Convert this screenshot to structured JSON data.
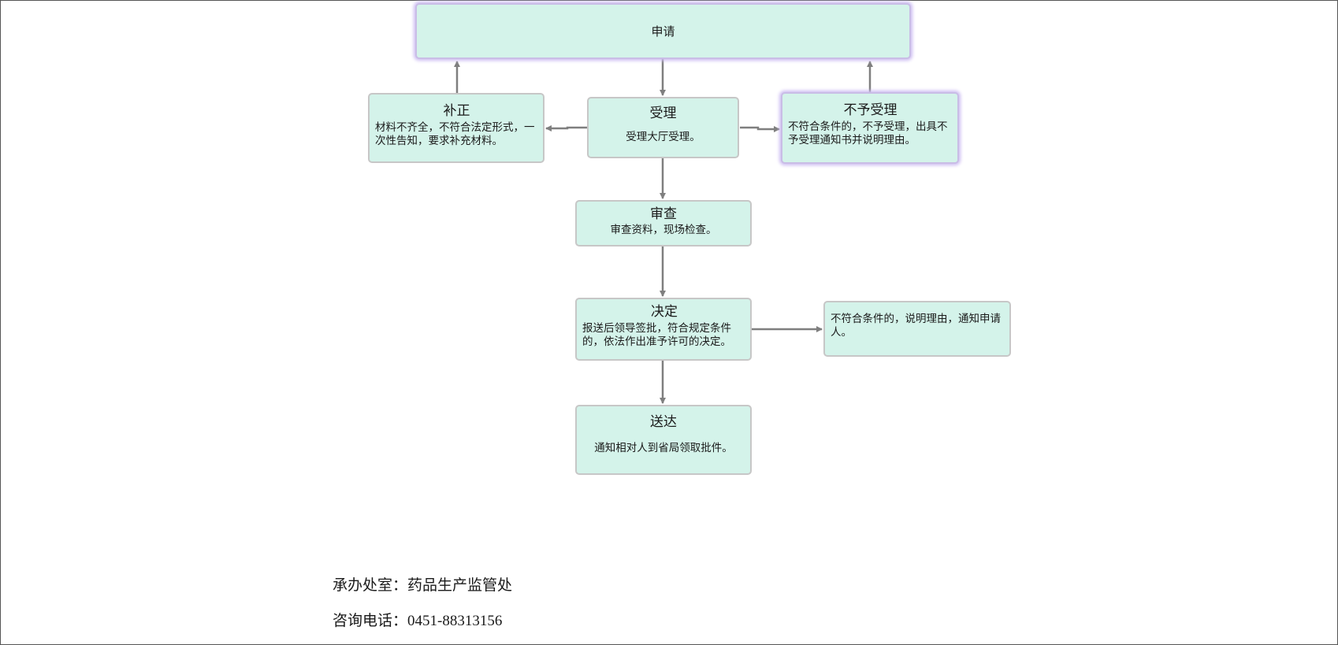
{
  "nodes": {
    "apply": {
      "title": "申请"
    },
    "supplement": {
      "title": "补正",
      "desc": "材料不齐全，不符合法定形式，一次性告知，要求补充材料。"
    },
    "accept": {
      "title": "受理",
      "desc": "受理大厅受理。"
    },
    "reject": {
      "title": "不予受理",
      "desc": "不符合条件的，不予受理，出具不予受理通知书并说明理由。"
    },
    "review": {
      "title": "审查",
      "desc": "审查资料，现场检查。"
    },
    "decide": {
      "title": "决定",
      "desc": "报送后领导签批，符合规定条件的，依法作出准予许可的决定。"
    },
    "deny": {
      "desc": "不符合条件的，说明理由，通知申请人。"
    },
    "deliver": {
      "title": "送达",
      "desc": "通知相对人到省局领取批件。"
    }
  },
  "footer": {
    "office_label": "承办处室：",
    "office_value": "药品生产监管处",
    "phone_label": "咨询电话：",
    "phone_value": "0451-88313156"
  },
  "colors": {
    "node_fill": "#d4f3ea",
    "node_border": "#c7c7c7",
    "highlight_glow": "#cdbdf2",
    "arrow": "#7f7f7f"
  }
}
